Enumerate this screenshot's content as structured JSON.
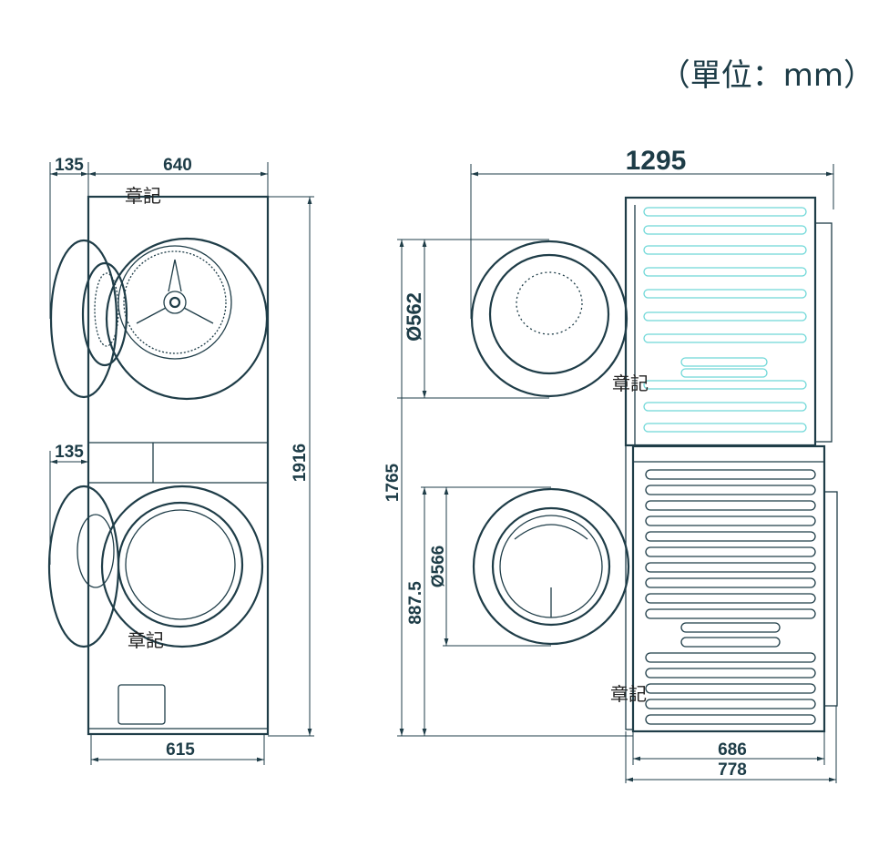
{
  "unit_label": "（單位：mm）",
  "watermark": "章記",
  "colors": {
    "line": "#1f3d48",
    "accent_slots": "#6fd8d8"
  },
  "front_view": {
    "door_swing_top": "135",
    "width_top": "640",
    "door_swing_bottom": "135",
    "total_height": "1916",
    "width_bottom": "615"
  },
  "side_view": {
    "total_depth": "1295",
    "total_height": "1765",
    "dryer_door_diameter": "Ø562",
    "washer_door_diameter": "Ø566",
    "washer_door_center_height": "887.5",
    "body_depth": "686",
    "depth_with_door": "778"
  }
}
